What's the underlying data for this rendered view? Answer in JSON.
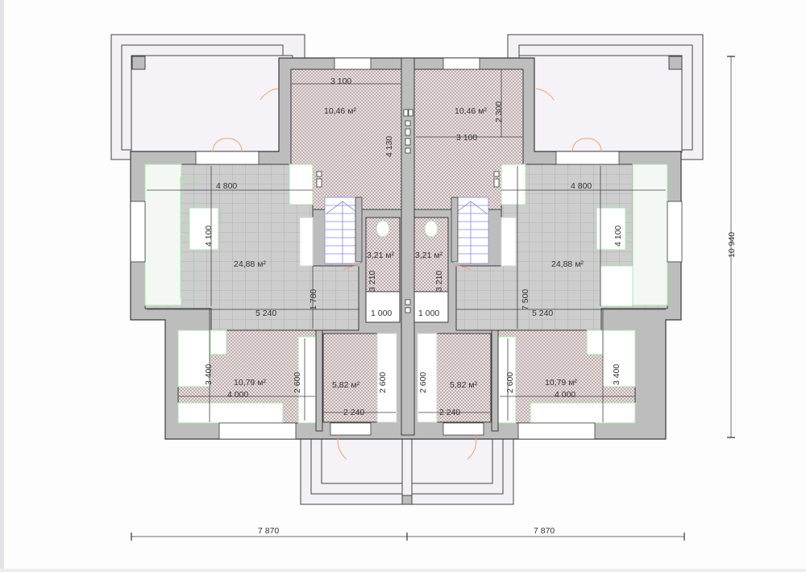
{
  "plan": {
    "type": "floor-plan",
    "units": "mm",
    "area_unit": "м²",
    "colors": {
      "wall": "#bdbdbd",
      "wall_outline": "#3a3a3a",
      "terrace": "#f4f2f6",
      "tile_floor": "#cfcfcf",
      "checker_floor": "#e9dede",
      "checker_dot": "#b9a9a9",
      "furniture": "#7fd67f",
      "door_arc": "#f0a070",
      "stair": "#8a86e0",
      "dimension_line": "#555555"
    },
    "rooms": {
      "left_living": {
        "area": "24,88 м²",
        "dim_w": "4 800",
        "dim_h": "4 100",
        "dim_lower": "5 240",
        "dim_side": "1 780"
      },
      "left_kitchen": {
        "area": "10,79 м²",
        "dim_w": "4 000",
        "dim_h": "3 400",
        "dim_side": "2 600"
      },
      "left_bedroom": {
        "area": "10,46 м²",
        "dim_w": "3 100",
        "dim_h": "4 130"
      },
      "left_bath": {
        "area": "3,21 м²",
        "dim_h": "3 210",
        "dim_w": "1 000"
      },
      "left_hall": {
        "area": "5,82 м²",
        "dim_h": "2 600",
        "dim_w": "2 240"
      },
      "right_living": {
        "area": "24,88 м²",
        "dim_w": "4 800",
        "dim_h": "4 100",
        "dim_lower": "5 240",
        "dim_tall": "7 500"
      },
      "right_kitchen": {
        "area": "10,79 м²",
        "dim_w": "4 000",
        "dim_h": "3 400",
        "dim_side": "2 600"
      },
      "right_bedroom": {
        "area": "10,46 м²",
        "dim_w": "3 100",
        "dim_h": "2 300"
      },
      "right_bath": {
        "area": "3,21 м²",
        "dim_h": "3 210",
        "dim_w": "1 000"
      },
      "right_hall": {
        "area": "5,82 м²",
        "dim_h": "2 600",
        "dim_w": "2 240"
      }
    },
    "overall": {
      "width_left": "7 870",
      "width_right": "7 870",
      "height": "10 940"
    }
  }
}
